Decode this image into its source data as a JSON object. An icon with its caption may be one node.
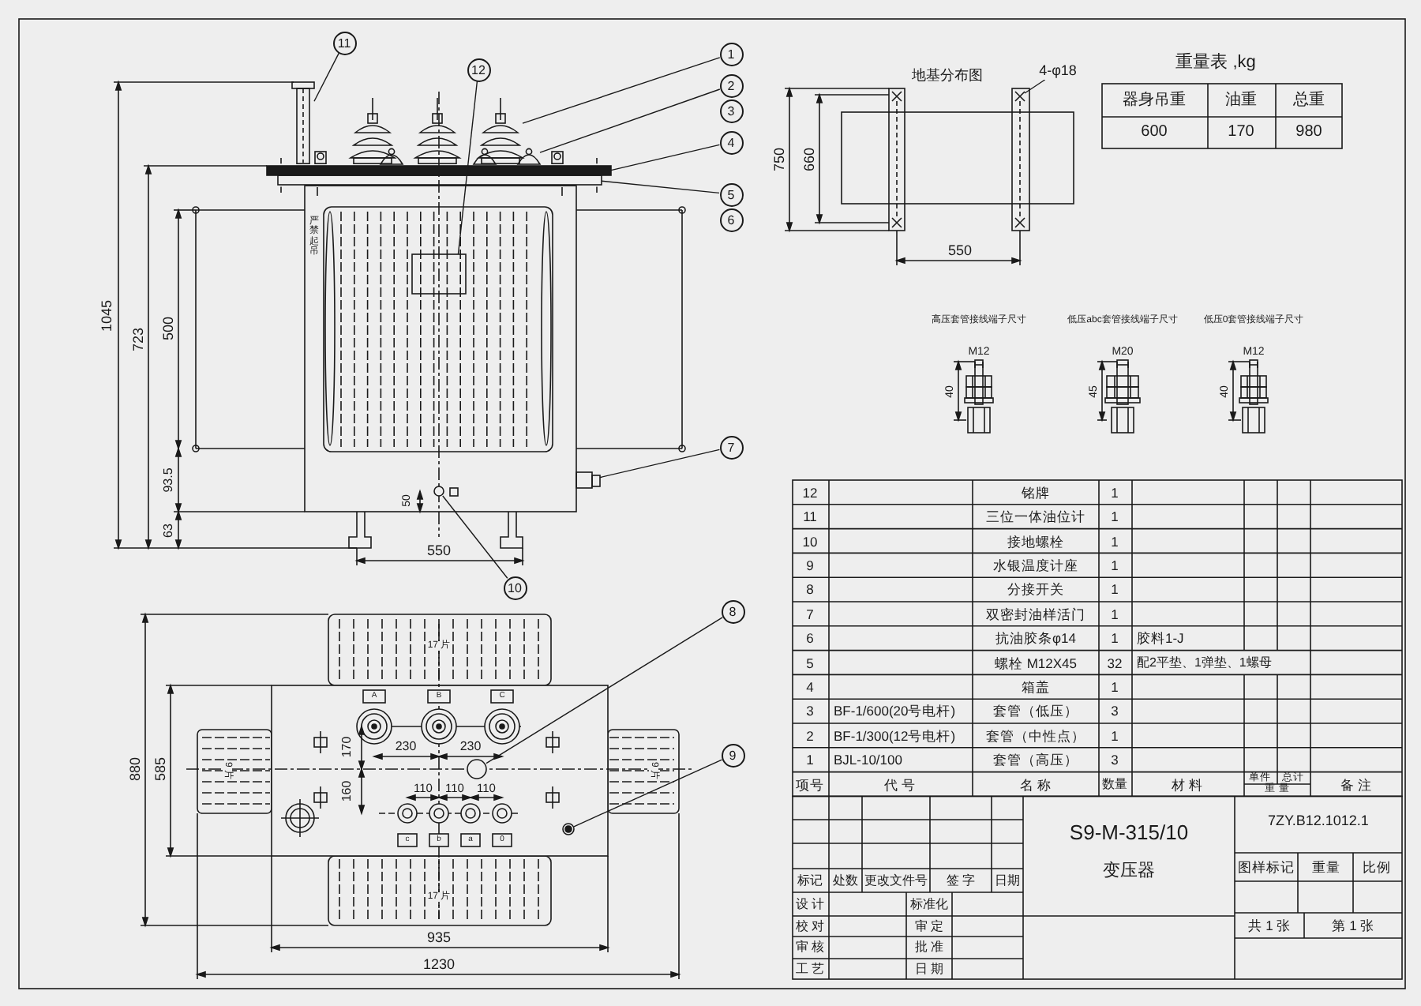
{
  "diagram": {
    "nodes": [
      {
        "text": [
          "1"
        ]
      },
      {
        "text": [
          "2"
        ]
      },
      {
        "text": [
          "3"
        ]
      },
      {
        "text": [
          "4"
        ]
      },
      {
        "text": [
          "5"
        ]
      },
      {
        "text": [
          "6"
        ]
      },
      {
        "text": [
          "7"
        ]
      },
      {
        "text": [
          "8"
        ]
      },
      {
        "text": [
          "9"
        ]
      },
      {
        "text": [
          "10"
        ]
      },
      {
        "text": [
          "11"
        ]
      },
      {
        "text": [
          "12"
        ]
      },
      {
        "text": [
          "4-φ18"
        ]
      },
      {
        "text": [],
        "shape": "picture"
      },
      {
        "text": [],
        "shape": "picture"
      },
      {
        "text": [],
        "shape": "bar"
      },
      {
        "text": [],
        "shape": "box"
      },
      {
        "text": [],
        "shape": "box"
      },
      {
        "text": [],
        "shape": "circle"
      },
      {
        "text": [],
        "shape": "circle"
      },
      {
        "text": [],
        "shape": "circle"
      },
      {
        "text": [],
        "shape": "picture"
      },
      {
        "text": [],
        "shape": "box"
      },
      {
        "text": [],
        "shape": "picture"
      }
    ],
    "edges": [
      {
        "from": 0,
        "to": 13,
        "arrow": "none"
      },
      {
        "from": 1,
        "to": 14,
        "arrow": "none"
      },
      {
        "from": 3,
        "to": 15,
        "arrow": "none"
      },
      {
        "from": 4,
        "to": 16,
        "arrow": "none"
      },
      {
        "from": 6,
        "to": 17,
        "arrow": "none"
      },
      {
        "from": 7,
        "to": 18,
        "arrow": "none"
      },
      {
        "from": 8,
        "to": 19,
        "arrow": "none"
      },
      {
        "from": 9,
        "to": 20,
        "arrow": "none"
      },
      {
        "from": 10,
        "to": 21,
        "arrow": "none"
      },
      {
        "from": 11,
        "to": 22,
        "arrow": "none"
      },
      {
        "from": 12,
        "to": 23,
        "arrow": "none"
      }
    ],
    "labels": [
      "1045",
      "723",
      "500",
      "93.5",
      "63",
      "50",
      "550",
      "严禁起吊",
      "地基分布图",
      "750",
      "660",
      "550",
      "重量表 ,kg",
      "器身吊重",
      "油重",
      "总重",
      "600",
      "170",
      "980",
      "高压套管接线端子尺寸",
      "低压abc套管接线端子尺寸",
      "低压0套管接线端子尺寸",
      "M12",
      "40",
      "M20",
      "45",
      "M12",
      "40",
      "17 片",
      "A",
      "B",
      "C",
      "9 片",
      "9 片",
      "170",
      "160",
      "230",
      "230",
      "110",
      "110",
      "110",
      "c",
      "b",
      "a",
      "0",
      "17 片",
      "880",
      "585",
      "935",
      "1230",
      "12",
      "铭牌",
      "1",
      "11",
      "三位一体油位计",
      "1",
      "10",
      "接地螺栓",
      "1",
      "9",
      "水银温度计座",
      "1",
      "8",
      "分接开关",
      "1",
      "7",
      "双密封油样活门",
      "1",
      "6",
      "抗油胶条φ14",
      "1",
      "胶料1-J",
      "5",
      "螺栓 M12X45",
      "32",
      "配2平垫、1弹垫、1螺母",
      "4",
      "箱盖",
      "1",
      "3",
      "BF-1/600(20号电杆)",
      "套管（低压）",
      "3",
      "2",
      "BF-1/300(12号电杆)",
      "套管（中性点）",
      "1",
      "1",
      "BJL-10/100",
      "套管（高压）",
      "3",
      "项号",
      "代 号",
      "名 称",
      "数量",
      "材 料",
      "单件",
      "总计",
      "重 量",
      "备 注",
      "S9-M-315/10",
      "7ZY.B12.1012.1",
      "变压器",
      "图样标记",
      "重量",
      "比例",
      "标记",
      "处数",
      "更改文件号",
      "签 字",
      "日期",
      "设 计",
      "标准化",
      "校 对",
      "审 定",
      "共 1 张",
      "第 1 张",
      "审 核",
      "批 准",
      "工 艺",
      "日 期"
    ]
  }
}
